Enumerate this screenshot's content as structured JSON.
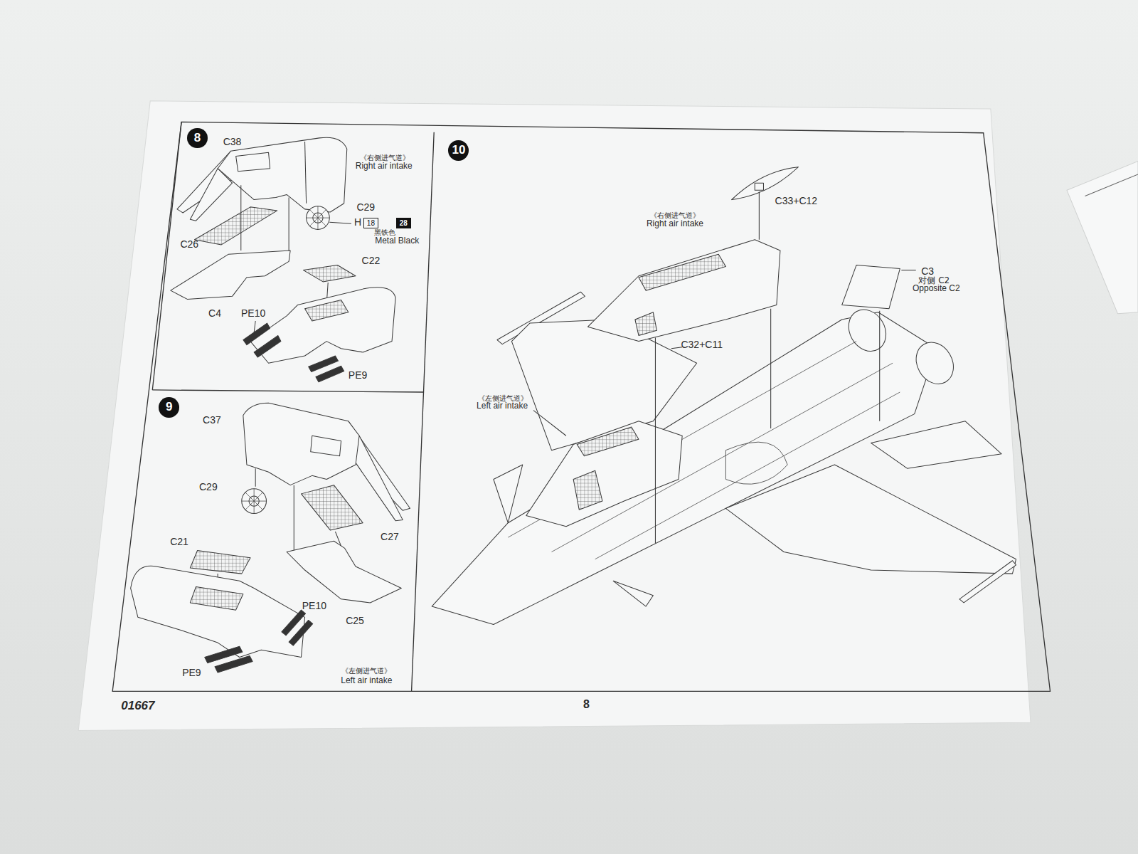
{
  "diagram": {
    "nodes": [
      {
        "text": [
          "8"
        ]
      },
      {
        "text": [
          "18"
        ]
      },
      {
        "text": [
          "28"
        ]
      },
      {
        "text": [
          "9"
        ]
      },
      {
        "text": [
          "10"
        ]
      }
    ],
    "labels": [
      "C38",
      "《右侧进气道》",
      "Right air intake",
      "C29",
      "H",
      "黑铁色",
      "Metal Black",
      "C26",
      "C22",
      "C4",
      "PE10",
      "PE9",
      "C37",
      "C29",
      "C27",
      "C21",
      "PE10",
      "C25",
      "PE9",
      "《左侧进气道》",
      "Left air intake",
      "C33+C12",
      "《右侧进气道》",
      "Right air intake",
      "C3",
      "对侧 C2",
      "Opposite C2",
      "C32+C11",
      "《左侧进气道》",
      "Left air intake",
      "01667",
      "8"
    ]
  }
}
